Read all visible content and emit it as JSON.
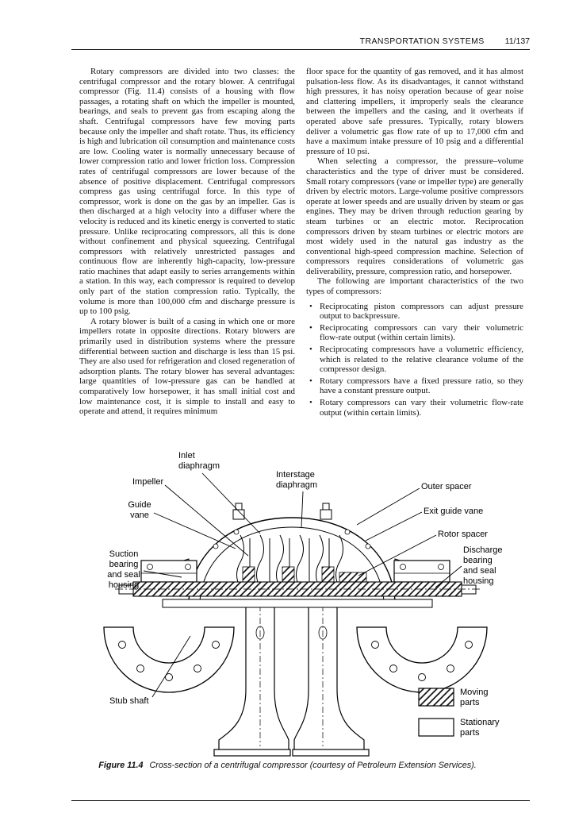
{
  "header": {
    "title": "TRANSPORTATION SYSTEMS",
    "page": "11/137"
  },
  "columns": {
    "left": [
      "Rotary compressors are divided into two classes: the centrifugal compressor and the rotary blower. A centrifugal compressor (Fig. 11.4) consists of a housing with flow passages, a rotating shaft on which the impeller is mounted, bearings, and seals to prevent gas from escaping along the shaft. Centrifugal compressors have few moving parts because only the impeller and shaft rotate. Thus, its efficiency is high and lubrication oil consumption and maintenance costs are low. Cooling water is normally unnecessary because of lower compression ratio and lower friction loss. Compression rates of centrifugal compressors are lower because of the absence of positive displacement. Centrifugal compressors compress gas using centrifugal force. In this type of compressor, work is done on the gas by an impeller. Gas is then discharged at a high velocity into a diffuser where the velocity is reduced and its kinetic energy is converted to static pressure. Unlike reciprocating compressors, all this is done without confinement and physical squeezing. Centrifugal compressors with relatively unrestricted passages and continuous flow are inherently high-capacity, low-pressure ratio machines that adapt easily to series arrangements within a station. In this way, each compressor is required to develop only part of the station compression ratio. Typically, the volume is more than 100,000 cfm and discharge pressure is up to 100 psig.",
      "A rotary blower is built of a casing in which one or more impellers rotate in opposite directions. Rotary blowers are primarily used in distribution systems where the pressure differential between suction and discharge is less than 15 psi. They are also used for refrigeration and closed regeneration of adsorption plants. The rotary blower has several advantages: large quantities of low-pressure gas can be handled at comparatively low horsepower, it has small initial cost and low maintenance cost, it is simple to install and easy to operate and attend, it requires minimum"
    ],
    "right": [
      "floor space for the quantity of gas removed, and it has almost pulsation-less flow. As its disadvantages, it cannot withstand high pressures, it has noisy operation because of gear noise and clattering impellers, it improperly seals the clearance between the impellers and the casing, and it overheats if operated above safe pressures. Typically, rotary blowers deliver a volumetric gas flow rate of up to 17,000 cfm and have a maximum intake pressure of 10 psig and a differential pressure of 10 psi.",
      "When selecting a compressor, the pressure–volume characteristics and the type of driver must be considered. Small rotary compressors (vane or impeller type) are generally driven by electric motors. Large-volume positive compressors operate at lower speeds and are usually driven by steam or gas engines. They may be driven through reduction gearing by steam turbines or an electric motor. Reciprocation compressors driven by steam turbines or electric motors are most widely used in the natural gas industry as the conventional high-speed compression machine. Selection of compressors requires considerations of volumetric gas deliverability, pressure, compression ratio, and horsepower.",
      "The following are important characteristics of the two types of compressors:"
    ],
    "bullets": [
      "Reciprocating piston compressors can adjust pressure output to backpressure.",
      "Reciprocating compressors can vary their volumetric flow-rate output (within certain limits).",
      "Reciprocating compressors have a volumetric efficiency, which is related to the relative clearance volume of the compressor design.",
      "Rotary compressors have a fixed pressure ratio, so they have a constant pressure output.",
      "Rotary compressors can vary their volumetric flow-rate output (within certain limits)."
    ]
  },
  "figure": {
    "labels": {
      "inlet_diaphragm": "Inlet\ndiaphragm",
      "impeller": "Impeller",
      "interstage_diaphragm": "Interstage\ndiaphragm",
      "outer_spacer": "Outer spacer",
      "exit_guide_vane": "Exit guide vane",
      "rotor_spacer": "Rotor spacer",
      "discharge_bearing": "Discharge\nbearing\nand seal\nhousing",
      "guide_vane": "Guide\nvane",
      "suction_bearing": "Suction\nbearing\nand seal\nhousing",
      "stub_shaft": "Stub shaft"
    },
    "legend": {
      "moving": "Moving\nparts",
      "stationary": "Stationary\nparts"
    },
    "caption_label": "Figure 11.4",
    "caption_text": "Cross-section of a centrifugal compressor (courtesy of Petroleum Extension Services)."
  }
}
